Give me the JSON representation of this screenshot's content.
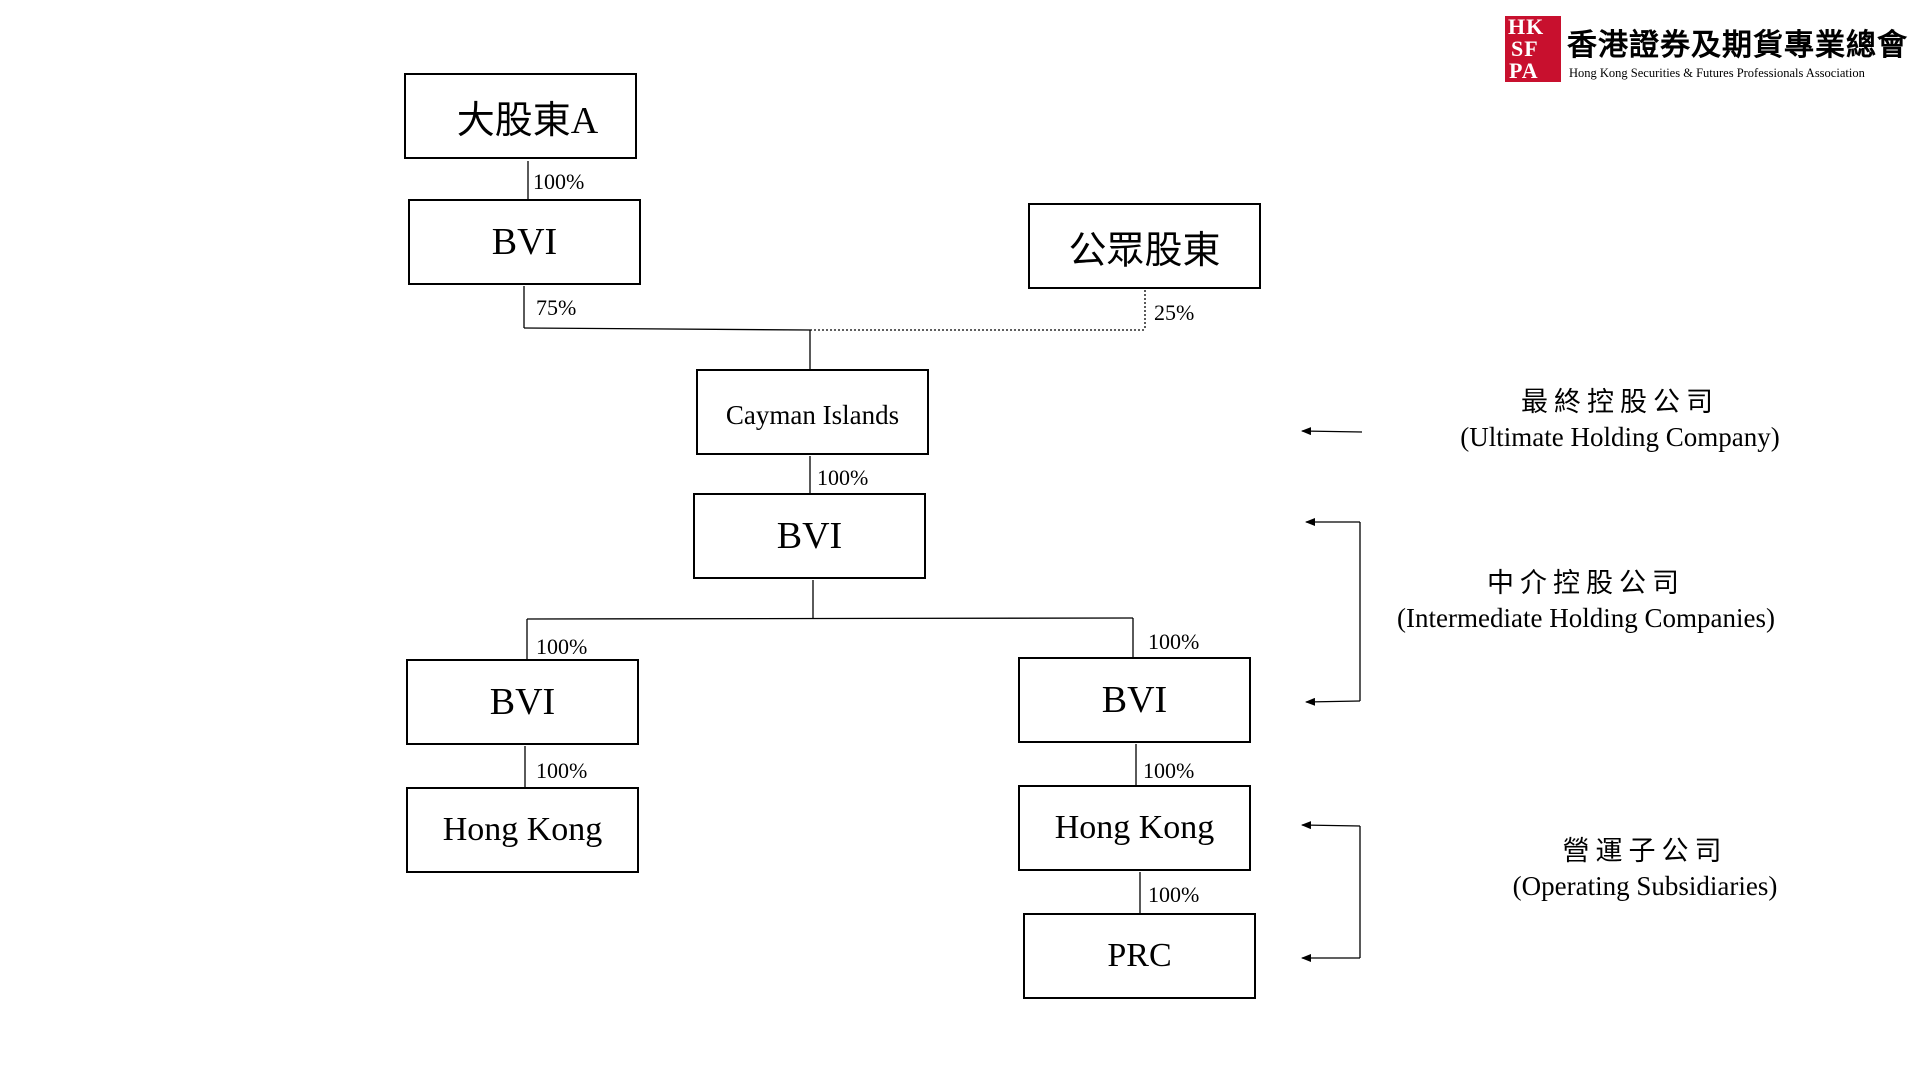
{
  "logo": {
    "mark_letters": [
      "HK",
      "SF",
      "PA"
    ],
    "chinese_name": "香港證券及期貨專業總會",
    "english_name": "Hong Kong Securities & Futures Professionals Association"
  },
  "nodes": {
    "shareholder_a": "大股東A",
    "bvi_top": "BVI",
    "public_shareholders": "公眾股東",
    "cayman": "Cayman Islands",
    "bvi_mid": "BVI",
    "bvi_left": "BVI",
    "bvi_right": "BVI",
    "hk_left": "Hong Kong",
    "hk_right": "Hong Kong",
    "prc": "PRC"
  },
  "edges": {
    "a_to_bvi": "100%",
    "bvi_to_cayman": "75%",
    "public_to_cayman": "25%",
    "cayman_to_bvi": "100%",
    "bvi_to_left": "100%",
    "bvi_to_right": "100%",
    "left_to_hk": "100%",
    "right_to_hk": "100%",
    "hk_to_prc": "100%"
  },
  "annotations": {
    "ultimate": {
      "zh": "最終控股公司",
      "en": "(Ultimate Holding Company)"
    },
    "intermediate": {
      "zh": "中介控股公司",
      "en": "(Intermediate Holding Companies)"
    },
    "operating": {
      "zh": "營運子公司",
      "en": "(Operating Subsidiaries)"
    }
  }
}
